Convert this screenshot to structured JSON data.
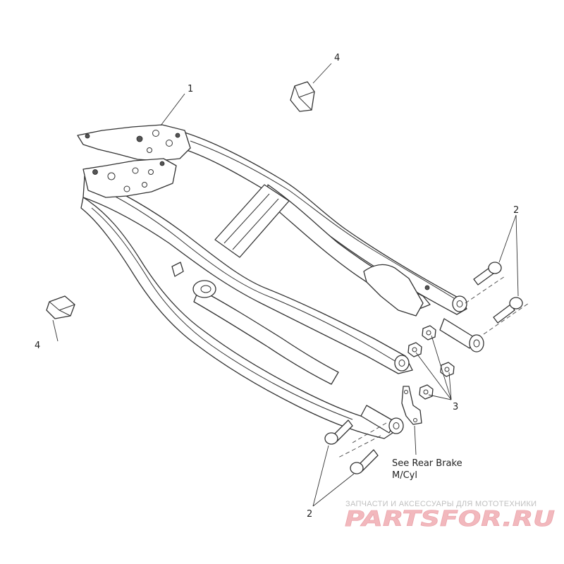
{
  "callouts": {
    "frame": "1",
    "bolt_upper": "2",
    "bolt_lower": "2",
    "nuts": "3",
    "cap_top": "4",
    "cap_left": "4"
  },
  "note": {
    "line1": "See Rear Brake",
    "line2": "M/Cyl"
  },
  "watermark": {
    "tagline": "ЗАПЧАСТИ И АКСЕССУАРЫ ДЛЯ МОТОТЕХНИКИ",
    "logo": "PARTSFOR.RU"
  },
  "colors": {
    "line": "#333333",
    "watermark": "#f2b8bd"
  }
}
